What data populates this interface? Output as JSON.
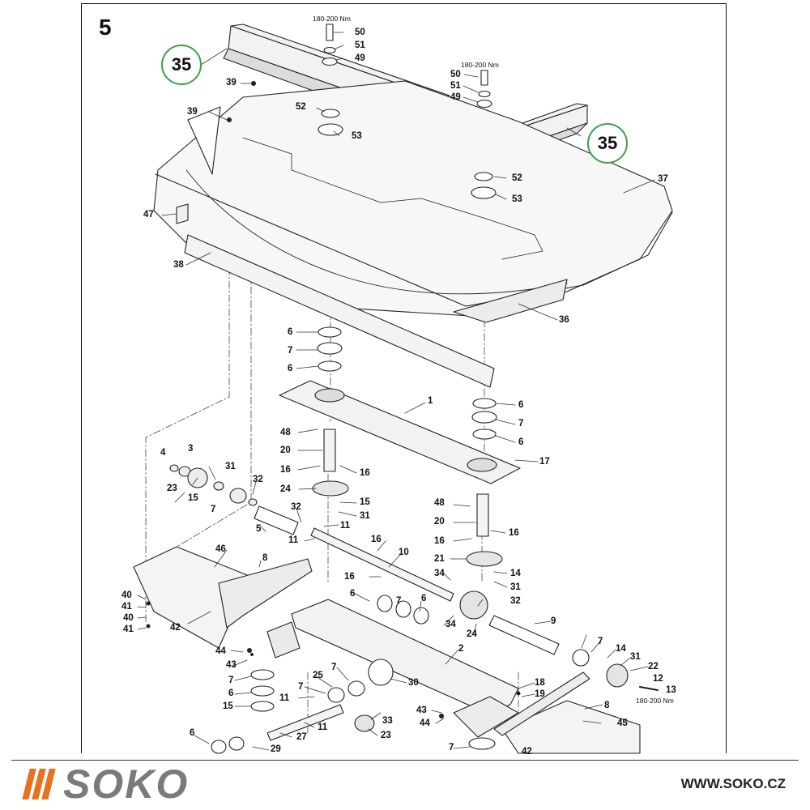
{
  "page_number": "5",
  "callouts": [
    "35",
    "35"
  ],
  "torque_specs": [
    "180-200 Nm",
    "180-200 Nm",
    "180-200 Nm"
  ],
  "part_labels": [
    "50",
    "51",
    "49",
    "39",
    "39",
    "52",
    "53",
    "50",
    "51",
    "49",
    "52",
    "53",
    "37",
    "47",
    "38",
    "36",
    "6",
    "7",
    "6",
    "1",
    "6",
    "7",
    "6",
    "17",
    "48",
    "20",
    "16",
    "16",
    "4",
    "3",
    "31",
    "32",
    "23",
    "15",
    "7",
    "24",
    "15",
    "31",
    "5",
    "32",
    "11",
    "11",
    "16",
    "48",
    "20",
    "16",
    "16",
    "21",
    "14",
    "31",
    "10",
    "46",
    "8",
    "16",
    "34",
    "32",
    "40",
    "41",
    "40",
    "41",
    "42",
    "6",
    "7",
    "6",
    "34",
    "24",
    "9",
    "44",
    "43",
    "2",
    "32",
    "7",
    "14",
    "31",
    "22",
    "12",
    "13",
    "7",
    "6",
    "25",
    "7",
    "30",
    "18",
    "19",
    "15",
    "11",
    "7",
    "8",
    "45",
    "43",
    "44",
    "11",
    "33",
    "27",
    "23",
    "6",
    "29",
    "7",
    "42"
  ],
  "brand": {
    "name": "SOKO",
    "website": "WWW.SOKO.CZ",
    "accent_color": "#e8701e",
    "callout_color": "#3aa04a"
  }
}
